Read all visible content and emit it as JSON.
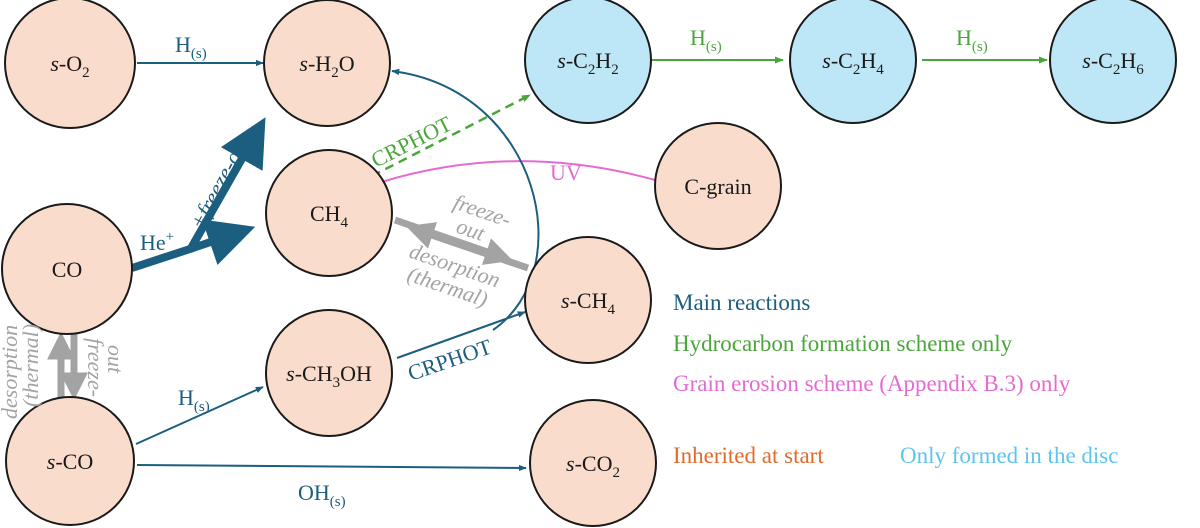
{
  "colors": {
    "node_inherited_fill": "#f9dccc",
    "node_disc_fill": "#bde6f6",
    "node_stroke": "#1a1a1a",
    "main": "#1b5e80",
    "hydrocarbon": "#4aa63a",
    "grain": "#e36bd2",
    "freeze": "#a3a3a3",
    "legend_inherited": "#e06b2b",
    "legend_disc": "#5dc4ee"
  },
  "nodes": {
    "sO2": {
      "prefix": "s",
      "label": "-O",
      "sub": "2"
    },
    "sH2O": {
      "prefix": "s",
      "label": "-H",
      "sub": "2",
      "tail": "O"
    },
    "sC2H2": {
      "prefix": "s",
      "label": "-C",
      "sub": "2",
      "mid": "H",
      "sub2": "2"
    },
    "sC2H4": {
      "prefix": "s",
      "label": "-C",
      "sub": "2",
      "mid": "H",
      "sub2": "4"
    },
    "sC2H6": {
      "prefix": "s",
      "label": "-C",
      "sub": "2",
      "mid": "H",
      "sub2": "6"
    },
    "CH4": {
      "label": "CH",
      "sub": "4"
    },
    "Cgrain": {
      "label": "C-grain"
    },
    "CO": {
      "label": "CO"
    },
    "sCH4": {
      "prefix": "s",
      "label": "-CH",
      "sub": "4"
    },
    "sCH3OH": {
      "prefix": "s",
      "label": "-CH",
      "sub": "3",
      "tail": "OH"
    },
    "sCO": {
      "prefix": "s",
      "label": "-CO"
    },
    "sCO2": {
      "prefix": "s",
      "label": "-CO",
      "sub": "2"
    }
  },
  "edge_labels": {
    "h_s": {
      "base": "H",
      "sub": "(s)"
    },
    "oh_s": {
      "base": "OH",
      "sub": "(s)"
    },
    "he_plus": {
      "base": "He",
      "sup": "+"
    },
    "freeze_out_plus": "+freeze-out",
    "crphot": "CRPHOT",
    "uv": "UV",
    "freeze": "freeze-",
    "out": "out",
    "desorption": "desorption",
    "thermal": "(thermal)"
  },
  "legend": {
    "main": "Main reactions",
    "hydrocarbon": "Hydrocarbon formation scheme only",
    "grain": "Grain erosion scheme (Appendix B.3) only",
    "inherited": "Inherited at start",
    "disc": "Only formed in the disc"
  }
}
